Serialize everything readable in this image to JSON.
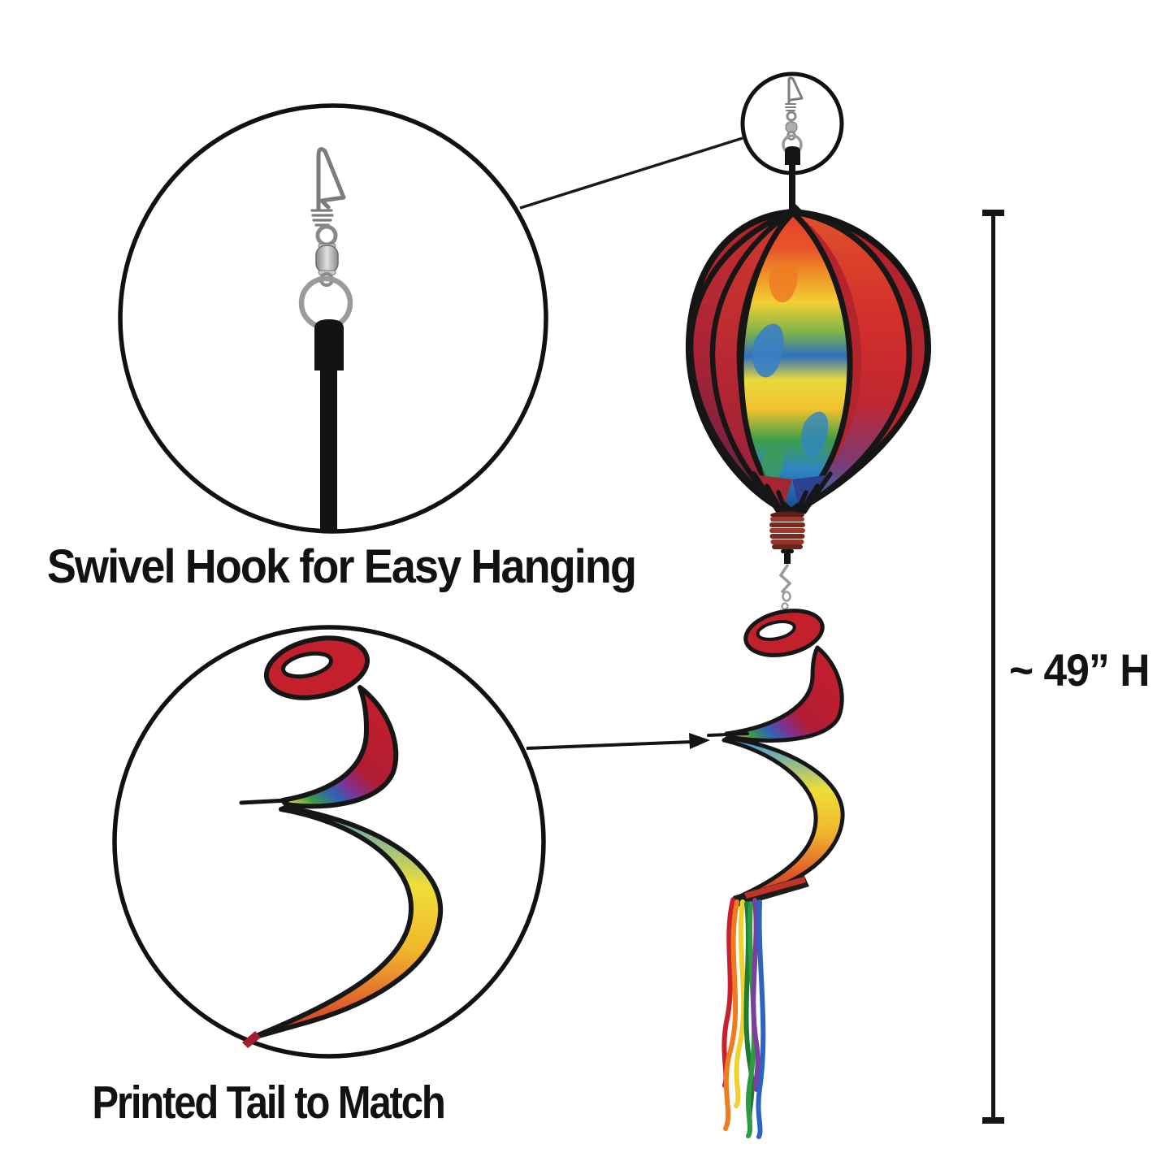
{
  "page": {
    "background_color": "#ffffff"
  },
  "callouts": {
    "swivel_hook": {
      "label": "Swivel Hook for Easy Hanging"
    },
    "printed_tail": {
      "label": "Printed Tail to Match"
    }
  },
  "dimension": {
    "height_label": "~ 49” H"
  },
  "product": {
    "palette": {
      "outline_black": "#141414",
      "metal_silver": "#9a9a9a",
      "balloon_red": "#cf2b2e",
      "balloon_orange": "#ee7b24",
      "balloon_yellow": "#f2cf33",
      "balloon_green": "#3f9e48",
      "balloon_blue": "#2f6fc0",
      "spring_rust": "#9c3b2b",
      "streamers": [
        "#c8202c",
        "#ef7c1f",
        "#f0d22f",
        "#2e9a44",
        "#7b3fa0",
        "#2f63c0"
      ]
    }
  }
}
